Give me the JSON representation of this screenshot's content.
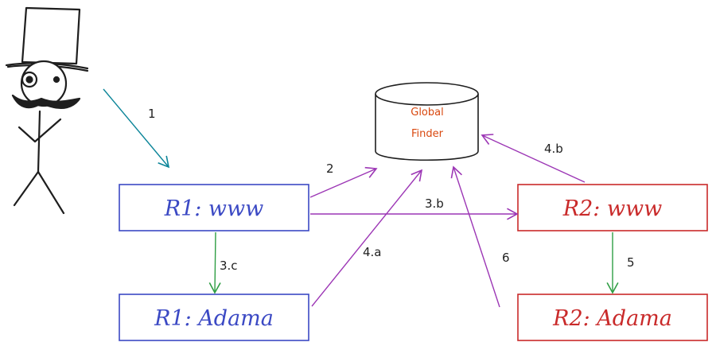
{
  "colors": {
    "blue": "#3b49c4",
    "red": "#c92a2a",
    "green": "#2f9e44",
    "purple": "#9c36b5",
    "teal": "#0c8599",
    "orange": "#d9480f",
    "ink": "#1e1e1e"
  },
  "nodes": {
    "r1_www": "R1: www",
    "r1_adama": "R1: Adama",
    "r2_www": "R2: www",
    "r2_adama": "R2: Adama",
    "global_finder": {
      "line1": "Global",
      "line2": "Finder"
    }
  },
  "edges": {
    "user_to_r1": "1",
    "r1_www_to_finder": "2",
    "r1_www_to_r2_www": "3.b",
    "r1_www_to_r1_adama": "3.c",
    "r1_adama_to_finder": "4.a",
    "r2_www_to_finder": "4.b",
    "r2_www_to_r2_adama": "5",
    "r2_adama_to_finder": "6"
  },
  "icons": {
    "user": "stick-figure-top-hat-icon",
    "database": "cylinder-database-icon"
  }
}
